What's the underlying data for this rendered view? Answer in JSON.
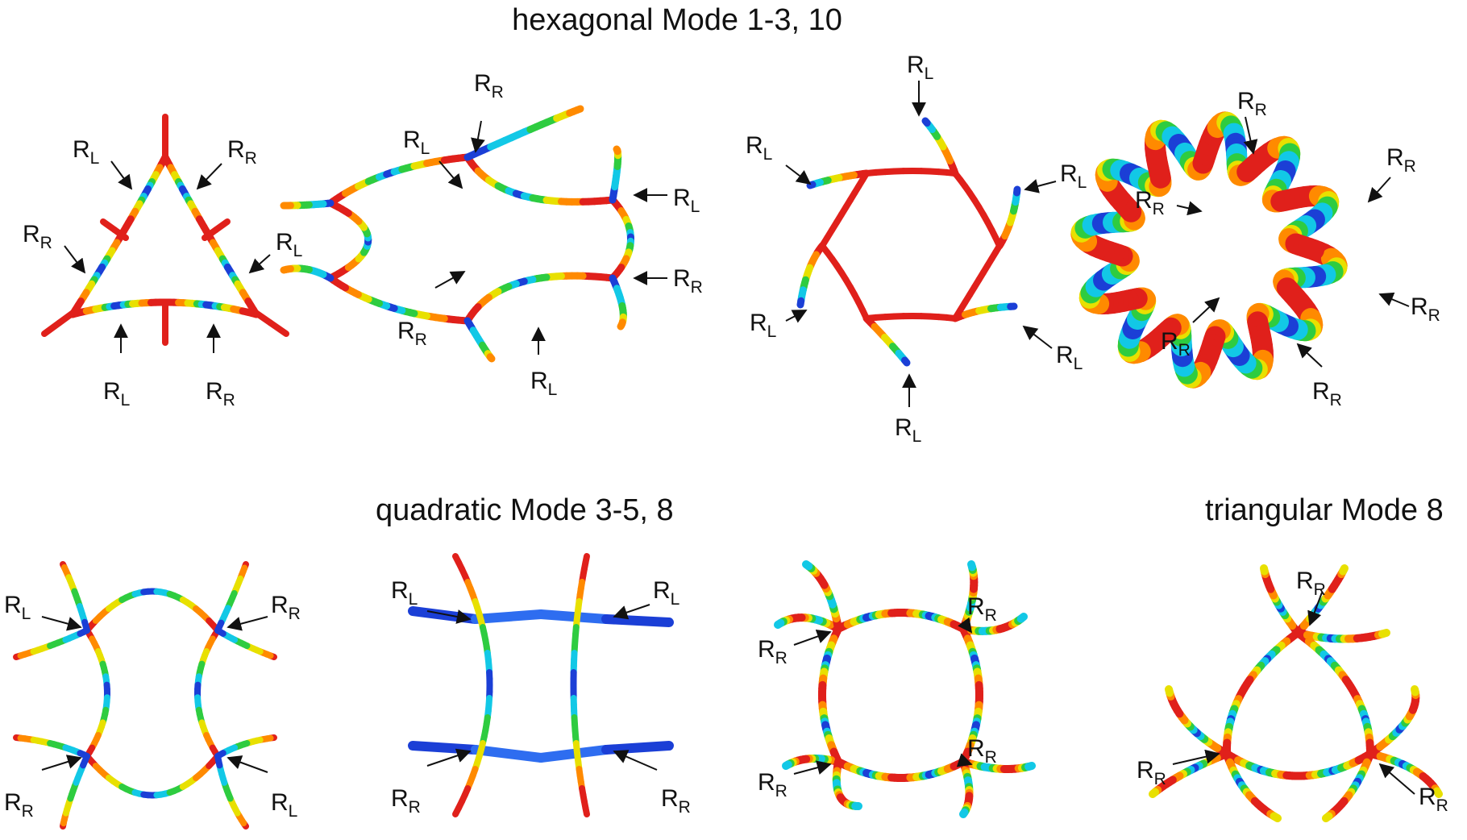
{
  "titles": {
    "hexagonal": "hexagonal Mode 1-3, 10",
    "quadratic": "quadratic Mode 3-5, 8",
    "triangular": "triangular Mode 8"
  },
  "label_letter": "R",
  "subscripts": {
    "left": "L",
    "right": "R"
  },
  "colors": {
    "red": "#e0201b",
    "orange": "#ff8a00",
    "yellow": "#e8e000",
    "green": "#2ecc40",
    "cyan": "#12c8e6",
    "blue": "#1b3fd6",
    "light_blue": "#2e6df0"
  }
}
